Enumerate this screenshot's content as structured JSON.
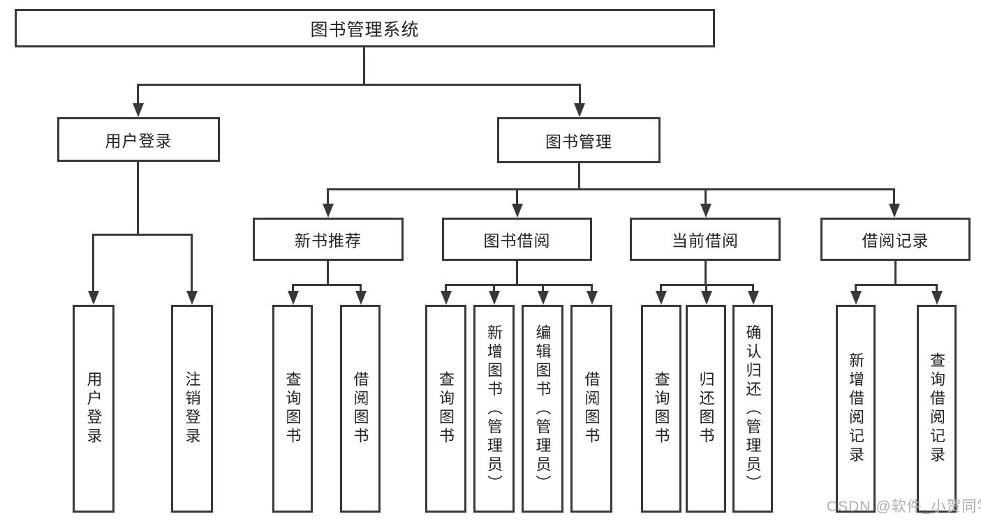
{
  "diagram": {
    "root": {
      "label": "图书管理系统"
    },
    "level2": [
      {
        "label": "用户登录"
      },
      {
        "label": "图书管理"
      }
    ],
    "level3": [
      {
        "label": "新书推荐"
      },
      {
        "label": "图书借阅"
      },
      {
        "label": "当前借阅"
      },
      {
        "label": "借阅记录"
      }
    ],
    "leaves": [
      {
        "label": "用户登录"
      },
      {
        "label": "注销登录"
      },
      {
        "label": "查询图书"
      },
      {
        "label": "借阅图书"
      },
      {
        "label": "查询图书"
      },
      {
        "label": "新增图书（管理员）"
      },
      {
        "label": "编辑图书（管理员）"
      },
      {
        "label": "借阅图书"
      },
      {
        "label": "查询图书"
      },
      {
        "label": "归还图书"
      },
      {
        "label": "确认归还（管理员）"
      },
      {
        "label": "新增借阅记录"
      },
      {
        "label": "查询借阅记录"
      }
    ],
    "colors": {
      "line": "#383838",
      "text": "#222222",
      "background": "#ffffff",
      "watermark": "#aeaeae"
    }
  },
  "watermark": {
    "text": "CSDN @软件_小贺同学"
  }
}
